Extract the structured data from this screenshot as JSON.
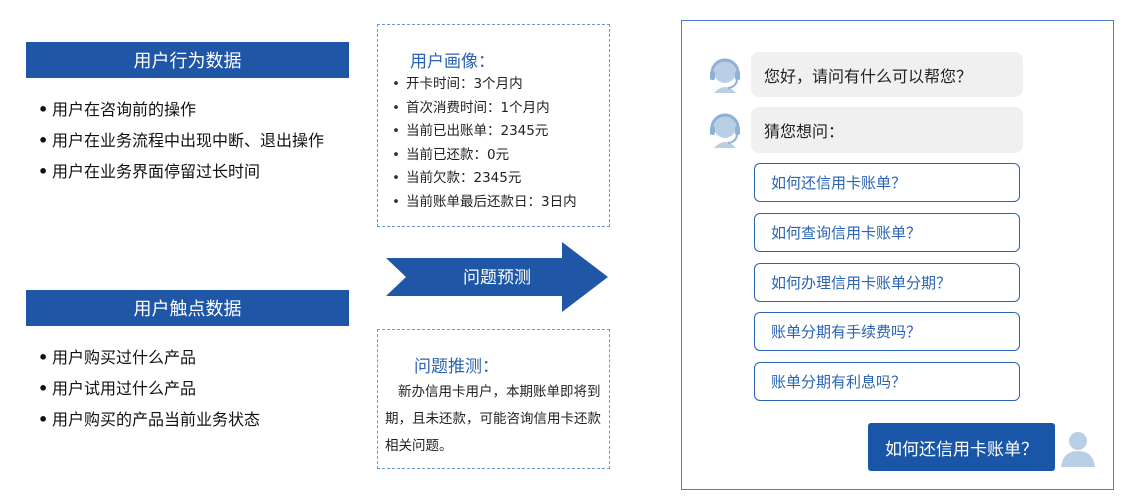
{
  "left": {
    "behavior": {
      "title": "用户行为数据",
      "items": [
        "用户在咨询前的操作",
        "用户在业务流程中出现中断、退出操作",
        "用户在业务界面停留过长时间"
      ]
    },
    "touchpoint": {
      "title": "用户触点数据",
      "items": [
        "用户购买过什么产品",
        "用户试用过什么产品",
        "用户购买的产品当前业务状态"
      ]
    }
  },
  "middle": {
    "profile": {
      "title": "用户画像：",
      "items": [
        "开卡时间：3个月内",
        "首次消费时间：1个月内",
        "当前已出账单：2345元",
        "当前已还款：0元",
        "当前欠款：2345元",
        "当前账单最后还款日：3日内"
      ]
    },
    "arrow_label": "问题预测",
    "prediction": {
      "title": "问题推测：",
      "body": "新办信用卡用户，本期账单即将到期，且未还款，可能咨询信用卡还款相关问题。"
    }
  },
  "chat": {
    "greeting": "您好，请问有什么可以帮您？",
    "guess_label": "猜您想问：",
    "suggestions": [
      "如何还信用卡账单？",
      "如何查询信用卡账单？",
      "如何办理信用卡账单分期？",
      "账单分期有手续费吗？",
      "账单分期有利息吗？"
    ],
    "user_message": "如何还信用卡账单？",
    "icons": {
      "agent": "customer-service-agent-icon",
      "user": "user-avatar-icon"
    }
  },
  "colors": {
    "primary": "#1f56a6",
    "accent": "#2a63b5",
    "dash": "#6a9ad6",
    "bubble_gray": "#f0f0f0"
  }
}
